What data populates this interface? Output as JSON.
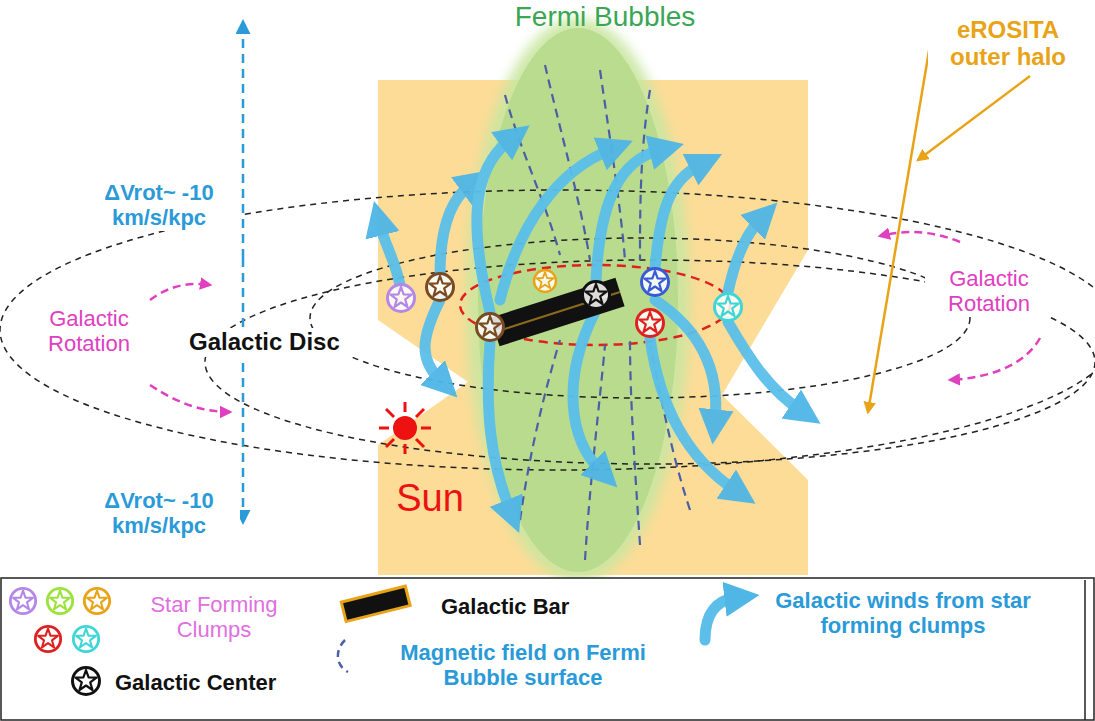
{
  "diagram": {
    "labels": [
      "Fermi Bubbles",
      "eROSITA outer halo",
      "ΔVrot~ -10 km/s/kpc",
      "Galactic Rotation",
      "Galactic Disc",
      "Galactic Rotation",
      "ΔVrot~ -10 km/s/kpc",
      "Sun"
    ],
    "legend": [
      {
        "text": "Star Forming Clumps"
      },
      {
        "text": "Galactic Bar"
      },
      {
        "text": "Galactic winds from star forming clumps"
      },
      {
        "text": "Galactic Center"
      },
      {
        "text": "Magnetic field on Fermi Bubble surface"
      }
    ]
  }
}
